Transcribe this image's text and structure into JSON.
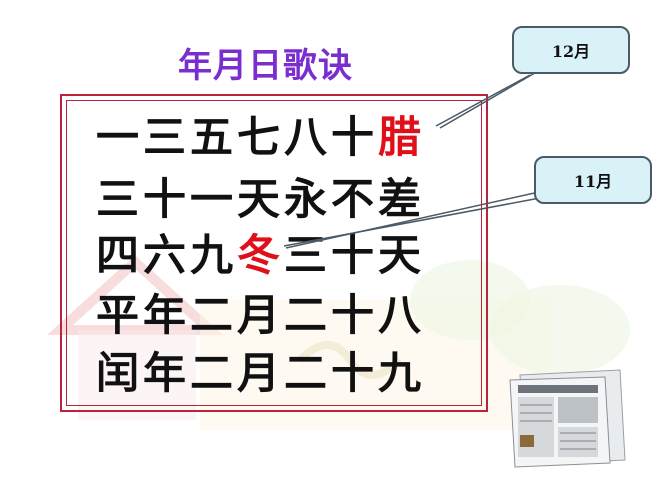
{
  "title": "年月日歌诀",
  "poem": {
    "line1_before": "一三五七八十",
    "line1_highlight": "腊",
    "line2": "三十一天永不差",
    "line3_before": "四六九",
    "line3_highlight": "冬",
    "line3_after": "三十天",
    "line4": "平年二月二十八",
    "line5": "闰年二月二十九"
  },
  "callouts": {
    "first": "12月",
    "second": "11月"
  },
  "colors": {
    "title": "#7a2ecf",
    "highlight": "#e0101a",
    "frame": "#b8243a",
    "callout_fill": "#d9f2f7"
  }
}
